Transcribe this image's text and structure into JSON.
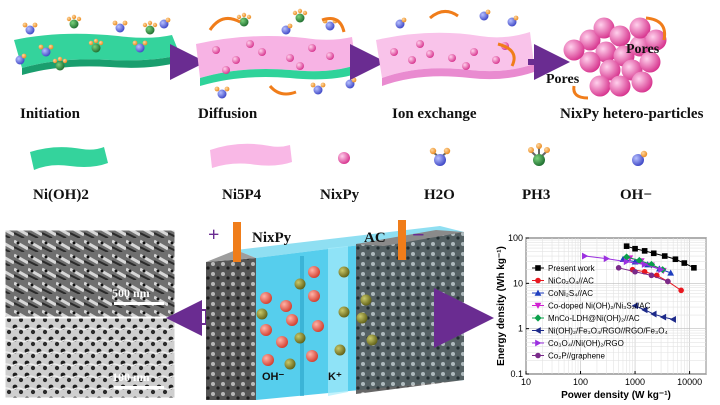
{
  "process": {
    "stages": [
      "Initiation",
      "Diffusion",
      "Ion exchange",
      "NixPy hetero-particles"
    ],
    "pores_labels": [
      "Pores",
      "Pores"
    ]
  },
  "legend": {
    "items": [
      "Ni(OH)2",
      "Ni5P4",
      "NixPy",
      "H2O",
      "PH3",
      "OH−"
    ]
  },
  "device": {
    "anode_label": "NixPy",
    "cathode_label": "AC",
    "plus_sign": "+",
    "minus_sign": "−",
    "ion_oh": "OH⁻",
    "ion_k": "K⁺"
  },
  "micrographs": {
    "scale_top": "500 nm",
    "scale_bottom": "100 nm"
  },
  "colors": {
    "ni_oh2_green": "#2fd39a",
    "ni5p4_pink": "#f5a9e0",
    "nixpy_magenta": "#e0479c",
    "arrow_purple": "#6a2c91",
    "orange_arrow": "#f07d1a",
    "electrolyte_cyan": "#35c8ea"
  },
  "chart_data": {
    "type": "scatter",
    "xlabel": "Power density (W kg⁻¹)",
    "ylabel": "Energy density (Wh kg⁻¹)",
    "xscale": "log",
    "yscale": "log",
    "xlim": [
      10,
      20000
    ],
    "ylim": [
      0.1,
      100
    ],
    "xticks": [
      "10",
      "100",
      "1000",
      "10000"
    ],
    "yticks": [
      "0.1",
      "1",
      "10",
      "100"
    ],
    "grid": true,
    "legend_position": "inside-left",
    "series": [
      {
        "name": "Present work",
        "color": "#000000",
        "marker": "square",
        "x": [
          700,
          1000,
          1500,
          2200,
          3500,
          5500,
          8000,
          12000
        ],
        "y": [
          66,
          58,
          52,
          46,
          40,
          34,
          28,
          22
        ]
      },
      {
        "name": "NiCo₂O₄//AC",
        "color": "#e8171f",
        "marker": "circle",
        "x": [
          900,
          1500,
          2500,
          4000,
          7000
        ],
        "y": [
          20,
          18,
          15,
          11,
          7
        ]
      },
      {
        "name": "CoNi₂S₄//AC",
        "color": "#1f3fbf",
        "marker": "triangle",
        "x": [
          600,
          1000,
          1700,
          2800,
          4500
        ],
        "y": [
          34,
          30,
          26,
          21,
          17
        ]
      },
      {
        "name": "Co-doped Ni(OH)₂/Ni₃S₂//AC",
        "color": "#d122d1",
        "marker": "triangle-down",
        "x": [
          800,
          1300,
          2000,
          3300
        ],
        "y": [
          36,
          31,
          25,
          19
        ]
      },
      {
        "name": "MnCo-LDH@Ni(OH)₂//AC",
        "color": "#0aa04a",
        "marker": "diamond",
        "x": [
          700,
          1200,
          2000,
          3200
        ],
        "y": [
          38,
          32,
          26,
          20
        ]
      },
      {
        "name": "Ni(OH)₂/Fe₃O₄/RGO//RGO/Fe₃O₄",
        "color": "#1d2a8a",
        "marker": "triangle-left",
        "x": [
          1000,
          1500,
          2200,
          3300,
          5000
        ],
        "y": [
          3.2,
          2.6,
          2.1,
          1.8,
          1.6
        ]
      },
      {
        "name": "Co₃O₄//Ni(OH)₂/RGO",
        "color": "#9b30e0",
        "marker": "triangle-right",
        "x": [
          120,
          300,
          700,
          1500,
          3000
        ],
        "y": [
          40,
          35,
          30,
          26,
          20
        ]
      },
      {
        "name": "Co₂P//graphene",
        "color": "#7a2a8a",
        "marker": "circle",
        "x": [
          500,
          1000,
          2000,
          4000
        ],
        "y": [
          22,
          18,
          15,
          11
        ]
      }
    ]
  }
}
